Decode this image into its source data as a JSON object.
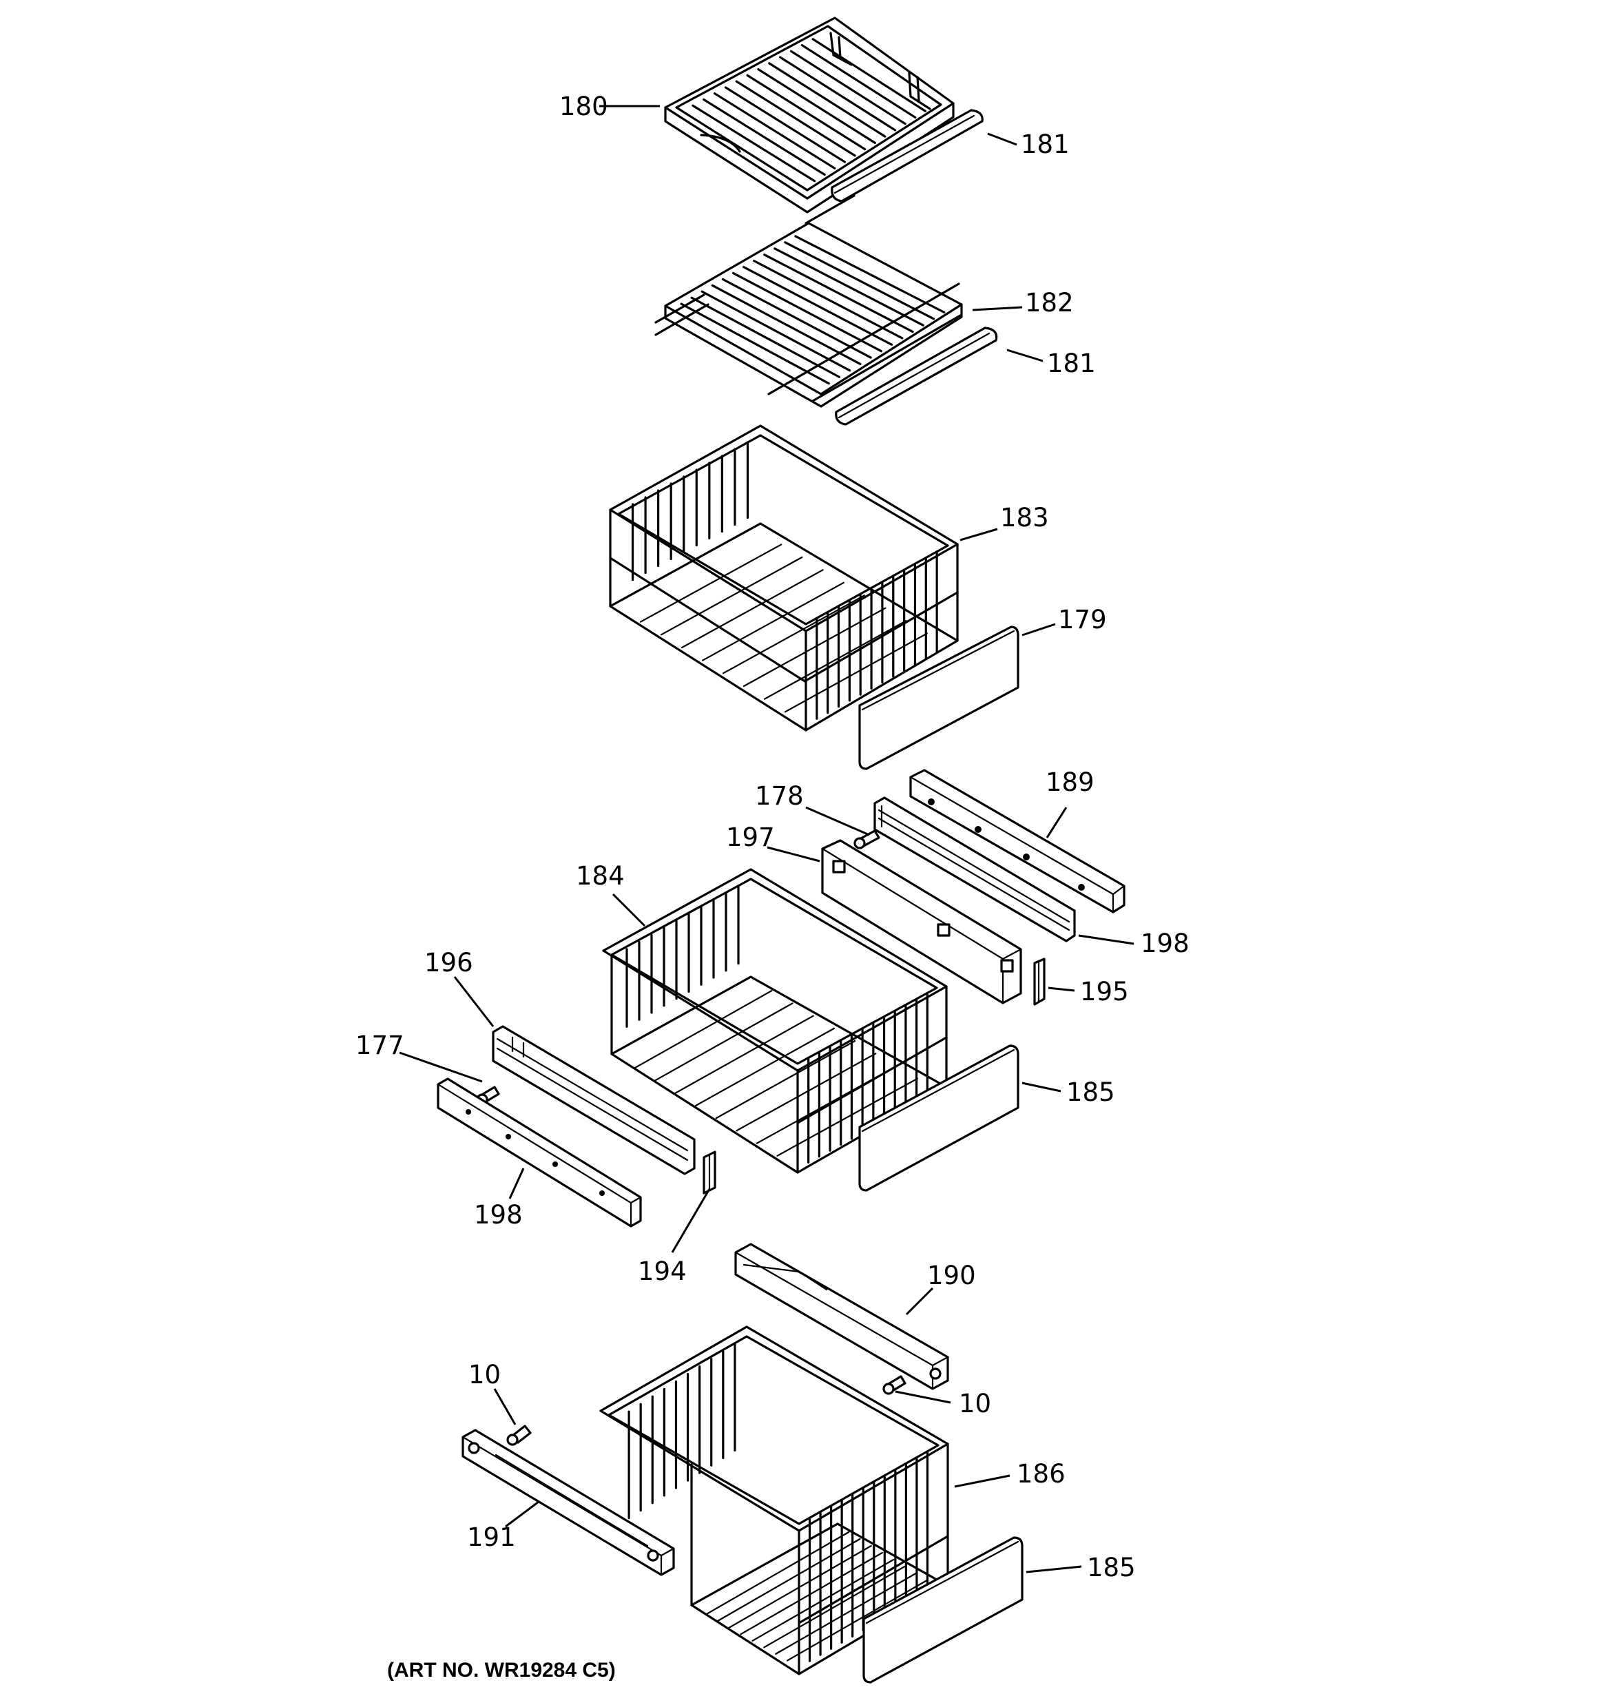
{
  "art_number": "(ART NO. WR19284 C5)",
  "callouts": {
    "c180": "180",
    "c181a": "181",
    "c182": "182",
    "c181b": "181",
    "c183": "183",
    "c179": "179",
    "c178": "178",
    "c189": "189",
    "c197": "197",
    "c184": "184",
    "c198a": "198",
    "c196": "196",
    "c195": "195",
    "c177": "177",
    "c185a": "185",
    "c198b": "198",
    "c194": "194",
    "c190": "190",
    "c10a": "10",
    "c10b": "10",
    "c186": "186",
    "c191": "191",
    "c185b": "185"
  }
}
